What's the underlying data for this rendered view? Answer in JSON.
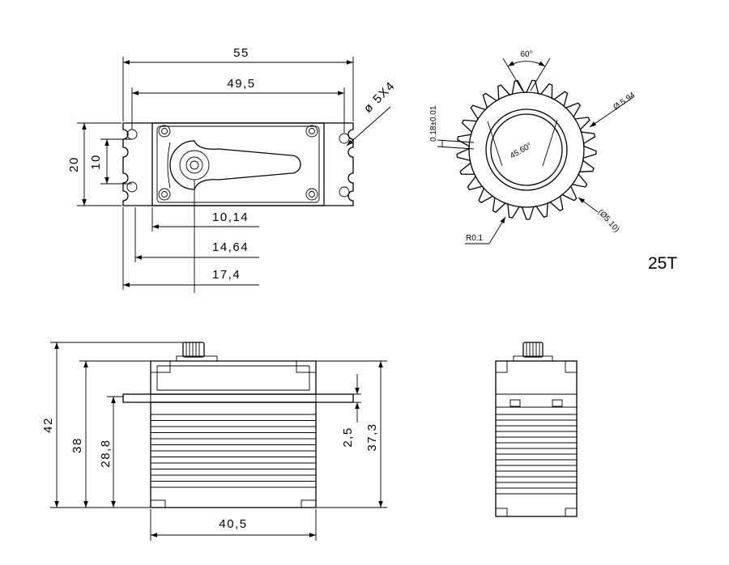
{
  "top_view": {
    "width_overall": "55",
    "width_holes": "49,5",
    "hole_spec": "ø 5X4",
    "height_overall": "20",
    "height_holes": "10",
    "offset_1": "10,14",
    "offset_2": "14,64",
    "offset_3": "17,4"
  },
  "gear_view": {
    "angle_top": "60°",
    "tooth_depth": "0.18±0.01",
    "outer_dia": "Ø 5.94",
    "inner_angle": "45.60°",
    "root_dia": "(Ø5.10)",
    "fillet": "R0.1",
    "tooth_count": "25T"
  },
  "front_view": {
    "height_total": "42",
    "height_body": "38",
    "height_to_flange": "28,8",
    "flange_thickness": "2,5",
    "height_right": "37,3",
    "body_width": "40,5"
  }
}
